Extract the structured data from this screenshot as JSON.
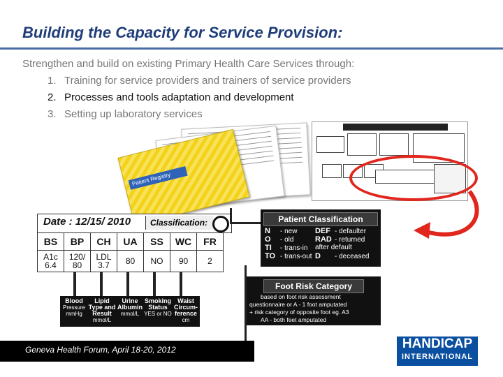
{
  "slide": {
    "title": "Building the Capacity for Service Provision:",
    "intro": "Strengthen and build on existing Primary Health Care Services through:",
    "items": [
      {
        "num": "1.",
        "text": "Training for service providers and trainers of service providers"
      },
      {
        "num": "2.",
        "text": "Processes and tools adaptation and development"
      },
      {
        "num": "3.",
        "text": "Setting up laboratory services"
      }
    ]
  },
  "registry_card": {
    "banner": "Patient Registry"
  },
  "form": {
    "date": "Date : 12/15/ 2010",
    "classification_label": "Classification:",
    "headers": [
      "BS",
      "BP",
      "CH",
      "UA",
      "SS",
      "WC",
      "FR"
    ],
    "values": [
      "A1c 6.4",
      "120/ 80",
      "LDL 3.7",
      "80",
      "NO",
      "90",
      "2"
    ],
    "keys": [
      {
        "title": "Blood",
        "text": "Pressure mmHg"
      },
      {
        "title": "Lipid Type and Result",
        "text": "mmol/L"
      },
      {
        "title": "Urine Albumin",
        "text": "mmol/L"
      },
      {
        "title": "Smoking Status",
        "text": "YES or NO"
      },
      {
        "title": "Waist Circum-ference",
        "text": "cm"
      }
    ]
  },
  "patient_classification": {
    "title": "Patient Classification",
    "rows": [
      {
        "code": "N",
        "desc": "- new"
      },
      {
        "code": "O",
        "desc": "- old"
      },
      {
        "code": "TI",
        "desc": "- trans-in"
      },
      {
        "code": "TO",
        "desc": "- trans-out"
      },
      {
        "code": "DEF",
        "desc": "- defaulter"
      },
      {
        "code": "RAD",
        "desc": "- returned after default"
      },
      {
        "code": "D",
        "desc": "- deceased"
      }
    ]
  },
  "foot_risk": {
    "title": "Foot Risk Category",
    "lines": [
      "based on foot risk assessment",
      "questionnaire or A - 1 foot amputated",
      "+ risk category of opposite foot eg. A3",
      "AA - both feet amputated"
    ]
  },
  "footer": {
    "text": "Geneva Health Forum, April 18-20, 2012"
  },
  "logo": {
    "line1": "HANDICAP",
    "line2": "INTERNATIONAL"
  },
  "colors": {
    "title": "#1f3d7a",
    "oval": "#e0261d",
    "logo": "#0a4fa0"
  }
}
